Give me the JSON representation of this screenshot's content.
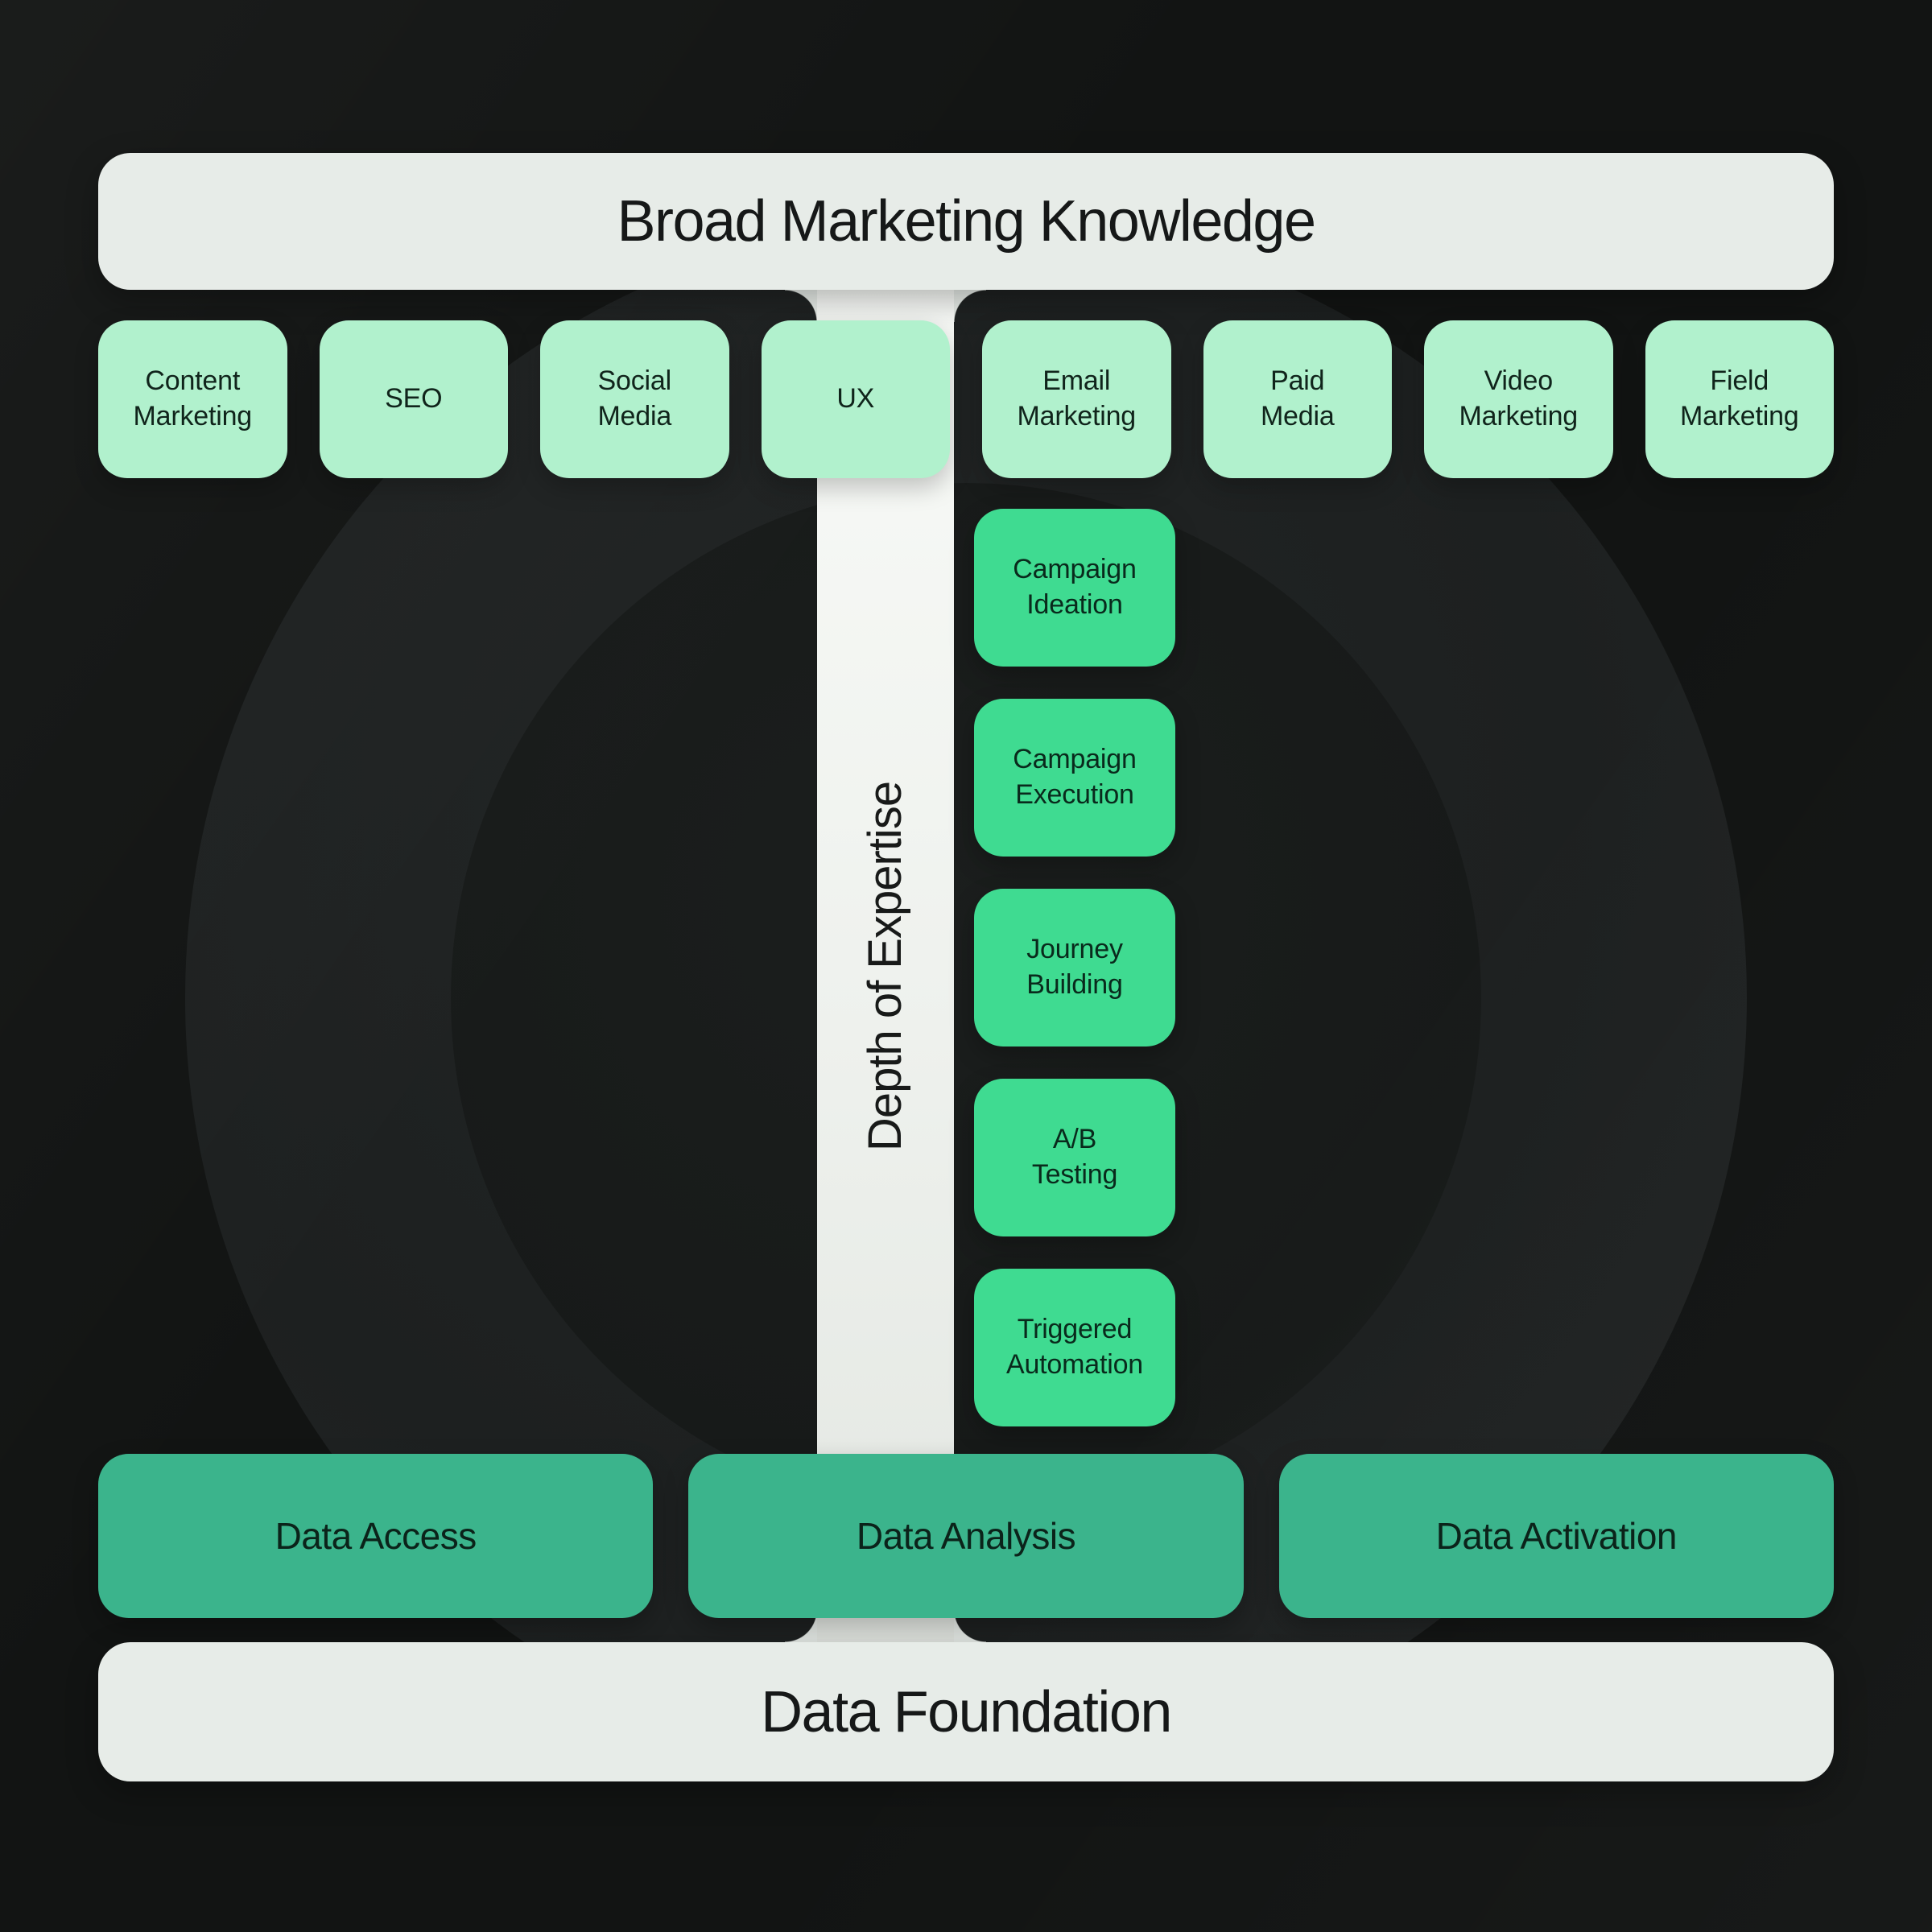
{
  "colors": {
    "bg": "#121413",
    "light_bar": "#e7ece8",
    "mint": "#b1f1cd",
    "green": "#3fdb91",
    "teal": "#3bb48c"
  },
  "header": {
    "label": "Broad Marketing Knowledge"
  },
  "broad_skills": [
    "Content\nMarketing",
    "SEO",
    "Social\nMedia",
    "UX",
    "Email\nMarketing",
    "Paid\nMedia",
    "Video\nMarketing",
    "Field\nMarketing"
  ],
  "depth_axis": {
    "label": "Depth of Expertise"
  },
  "depth_skills": [
    "Campaign\nIdeation",
    "Campaign\nExecution",
    "Journey\nBuilding",
    "A/B\nTesting",
    "Triggered\nAutomation"
  ],
  "data_layer": [
    "Data Access",
    "Data Analysis",
    "Data Activation"
  ],
  "foundation": {
    "label": "Data Foundation"
  }
}
